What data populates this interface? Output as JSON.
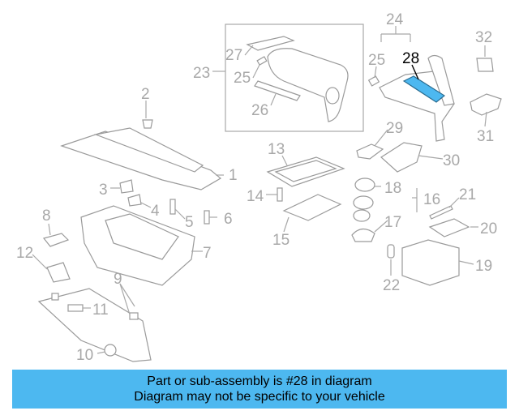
{
  "diagram": {
    "highlight_color": "#4db8f0",
    "callouts": [
      "1",
      "2",
      "3",
      "4",
      "5",
      "6",
      "7",
      "8",
      "9",
      "10",
      "11",
      "12",
      "13",
      "14",
      "15",
      "16",
      "17",
      "18",
      "19",
      "20",
      "21",
      "22",
      "23",
      "24",
      "25",
      "25",
      "26",
      "27",
      "28",
      "29",
      "30",
      "31",
      "32"
    ],
    "highlighted_callout": "28"
  },
  "banner": {
    "line1": "Part or sub-assembly is #28 in diagram",
    "line2": "Diagram may not be specific to your vehicle",
    "background": "#4db8f0"
  }
}
